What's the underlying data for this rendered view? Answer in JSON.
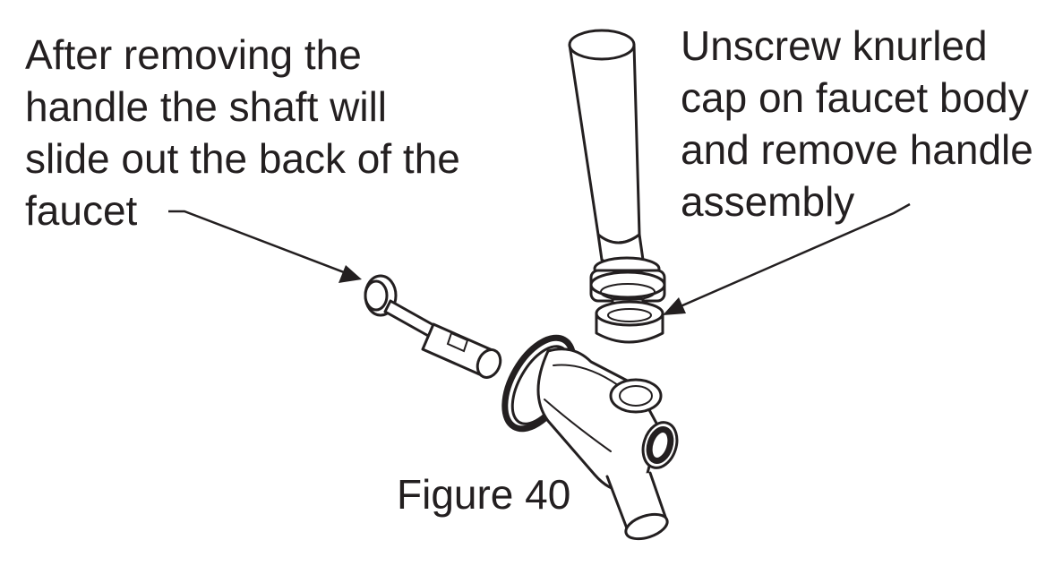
{
  "left_callout": {
    "lines": [
      "After removing the",
      "handle the shaft will",
      "slide out the back of the",
      "faucet"
    ]
  },
  "right_callout": {
    "lines": [
      "Unscrew knurled",
      "cap on faucet body",
      "and remove handle",
      "assembly"
    ]
  },
  "figure_caption": "Figure 40"
}
